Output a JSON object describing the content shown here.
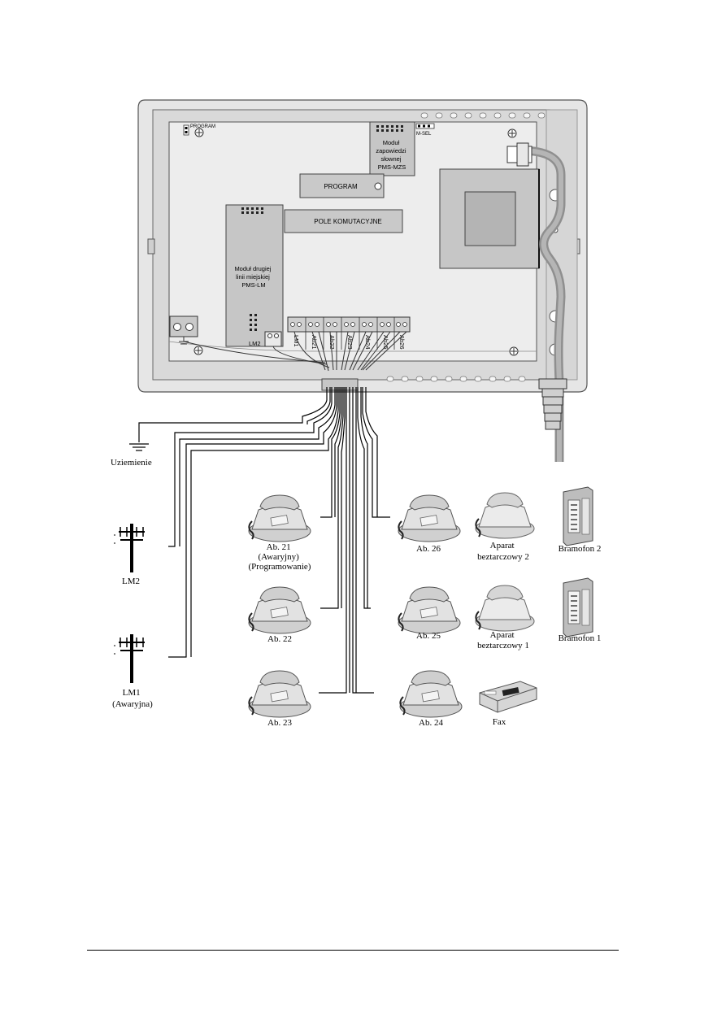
{
  "board": {
    "program_jumper": "PROGRAM",
    "msel_jumper": "M-SEL",
    "module_voice": [
      "Moduł",
      "zapowiedzi",
      "słownej",
      "PMS-MZS"
    ],
    "program_block": "PROGRAM",
    "switch_field": "POLE KOMUTACYJNE",
    "module_line": [
      "Moduł drugiej",
      "linii miejskiej",
      "PMS-LM"
    ],
    "lm2_connector": "LM2",
    "terminals": [
      "LM1",
      "Ab21",
      "Ab22",
      "Ab23",
      "Ab24",
      "Ab25",
      "Ab26"
    ]
  },
  "ground": "Uziemienie",
  "lines": {
    "lm2": "LM2",
    "lm1": [
      "LM1",
      "(Awaryjna)"
    ]
  },
  "phones": {
    "ab21": [
      "Ab. 21",
      "(Awaryjny)",
      "(Programowanie)"
    ],
    "ab22": "Ab. 22",
    "ab23": "Ab. 23",
    "ab24": "Ab. 24",
    "ab25": "Ab. 25",
    "ab26": "Ab. 26"
  },
  "payphones": {
    "p2": [
      "Aparat",
      "beztarczowy 2"
    ],
    "p1": [
      "Aparat",
      "beztarczowy 1"
    ]
  },
  "intercoms": {
    "b2": "Bramofon 2",
    "b1": "Bramofon 1"
  },
  "fax": "Fax",
  "colors": {
    "housing": "#e6e6e6",
    "panel": "#dcdcdc",
    "module": "#c8c8c8",
    "cable": "#a8a8a8"
  }
}
